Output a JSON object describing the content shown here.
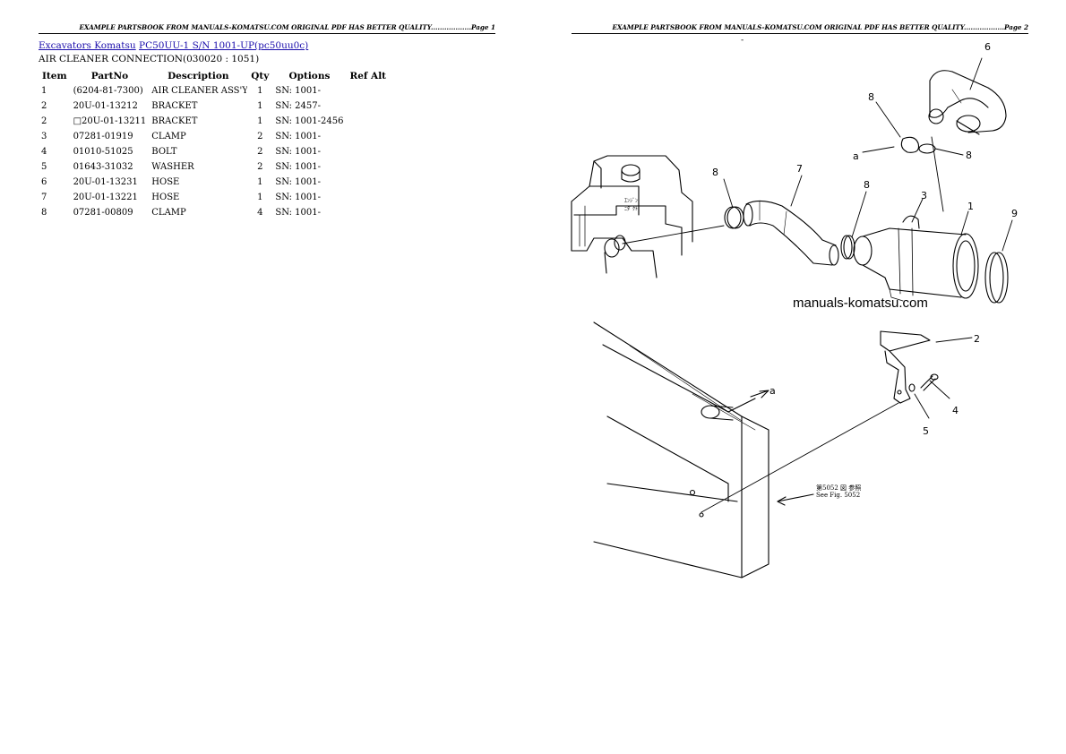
{
  "page1": {
    "header": "EXAMPLE PARTSBOOK FROM MANUALS-KOMATSU.COM ORIGINAL PDF HAS BETTER QUALITY..................Page 1",
    "breadcrumb": {
      "link1": "Excavators Komatsu",
      "link2": "PC50UU-1 S/N 1001-UP(pc50uu0c)"
    },
    "subtitle": "AIR CLEANER CONNECTION(030020 : 1051)",
    "table": {
      "headers": [
        "Item",
        "PartNo",
        "Description",
        "Qty",
        "Options",
        "Ref Alt"
      ],
      "rows": [
        {
          "item": "1",
          "part": "(6204-81-7300)",
          "desc": "AIR CLEANER ASS'Y",
          "qty": "1",
          "options": "SN: 1001-",
          "ref": ""
        },
        {
          "item": "2",
          "part": "20U-01-13212",
          "desc": "BRACKET",
          "qty": "1",
          "options": "SN: 2457-",
          "ref": ""
        },
        {
          "item": "2",
          "part": "□20U-01-13211",
          "desc": "BRACKET",
          "qty": "1",
          "options": "SN: 1001-2456",
          "ref": ""
        },
        {
          "item": "3",
          "part": "07281-01919",
          "desc": "CLAMP",
          "qty": "2",
          "options": "SN: 1001-",
          "ref": ""
        },
        {
          "item": "4",
          "part": "01010-51025",
          "desc": "BOLT",
          "qty": "2",
          "options": "SN: 1001-",
          "ref": ""
        },
        {
          "item": "5",
          "part": "01643-31032",
          "desc": "WASHER",
          "qty": "2",
          "options": "SN: 1001-",
          "ref": ""
        },
        {
          "item": "6",
          "part": "20U-01-13231",
          "desc": "HOSE",
          "qty": "1",
          "options": "SN: 1001-",
          "ref": ""
        },
        {
          "item": "7",
          "part": "20U-01-13221",
          "desc": "HOSE",
          "qty": "1",
          "options": "SN: 1001-",
          "ref": ""
        },
        {
          "item": "8",
          "part": "07281-00809",
          "desc": "CLAMP",
          "qty": "4",
          "options": "SN: 1001-",
          "ref": ""
        }
      ]
    }
  },
  "page2": {
    "header": "EXAMPLE PARTSBOOK FROM MANUALS-KOMATSU.COM ORIGINAL PDF HAS BETTER QUALITY..................Page 2",
    "mark": "-",
    "diagram": {
      "callouts": {
        "c1": "1",
        "c2": "2",
        "c3": "3",
        "c4": "4",
        "c5": "5",
        "c6": "6",
        "c7": "7",
        "c8a": "8",
        "c8b": "8",
        "c8c": "8",
        "c8d": "8",
        "c9": "9",
        "ca1": "a",
        "ca2": "a"
      },
      "engine_label_1": "ｴﾝｼﾞﾝ",
      "engine_label_2": "ﾆﾀﾞｸﾄ",
      "see_fig_jp": "第5052 図 参照",
      "see_fig_en": "See Fig. 5052",
      "watermark": "manuals-komatsu.com"
    }
  }
}
